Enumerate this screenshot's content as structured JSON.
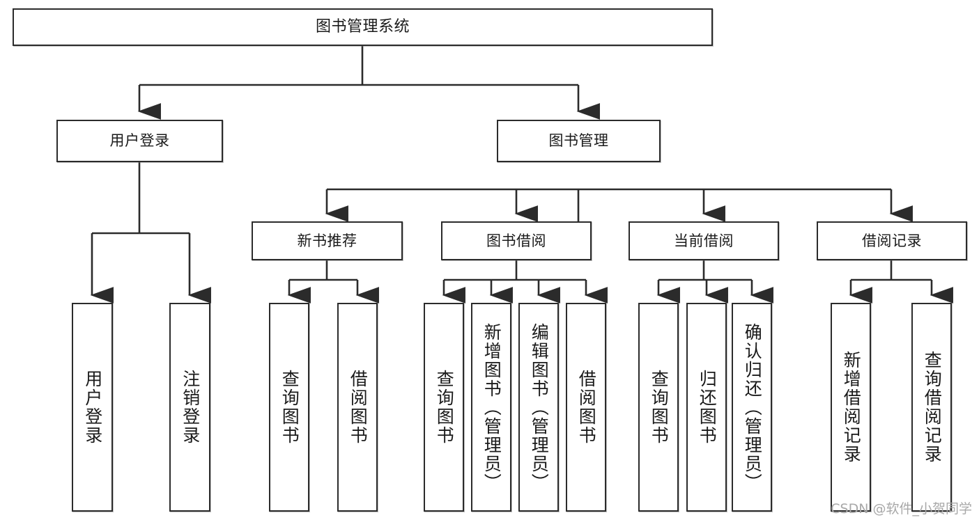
{
  "diagram": {
    "title": "图书管理系统",
    "type": "tree",
    "orientation": "top-down",
    "colors": {
      "box_border": "#2b2b2b",
      "box_fill": "#ffffff",
      "connector": "#2b2b2b",
      "watermark": "#a8a8a8",
      "background": "#ffffff"
    },
    "root": {
      "id": "root",
      "label": "图书管理系统"
    },
    "level2": [
      {
        "id": "user-login",
        "label": "用户登录"
      },
      {
        "id": "book-manage",
        "label": "图书管理"
      }
    ],
    "level3": [
      {
        "id": "new-book-recommend",
        "label": "新书推荐",
        "parent": "book-manage"
      },
      {
        "id": "book-borrow",
        "label": "图书借阅",
        "parent": "book-manage"
      },
      {
        "id": "current-borrow",
        "label": "当前借阅",
        "parent": "book-manage"
      },
      {
        "id": "borrow-record",
        "label": "借阅记录",
        "parent": "book-manage"
      }
    ],
    "leaves": [
      {
        "id": "leaf-user-login",
        "label": "用户登录",
        "parent": "user-login"
      },
      {
        "id": "leaf-user-logout",
        "label": "注销登录",
        "parent": "user-login"
      },
      {
        "id": "leaf-query-book-1",
        "label": "查询图书",
        "parent": "new-book-recommend"
      },
      {
        "id": "leaf-borrow-book-1",
        "label": "借阅图书",
        "parent": "new-book-recommend"
      },
      {
        "id": "leaf-query-book-2",
        "label": "查询图书",
        "parent": "book-borrow"
      },
      {
        "id": "leaf-add-book",
        "label": "新增图书（管理员）",
        "parent": "book-borrow"
      },
      {
        "id": "leaf-edit-book",
        "label": "编辑图书（管理员）",
        "parent": "book-borrow"
      },
      {
        "id": "leaf-borrow-book-2",
        "label": "借阅图书",
        "parent": "book-borrow"
      },
      {
        "id": "leaf-query-book-3",
        "label": "查询图书",
        "parent": "current-borrow"
      },
      {
        "id": "leaf-return-book",
        "label": "归还图书",
        "parent": "current-borrow"
      },
      {
        "id": "leaf-confirm-return",
        "label": "确认归还（管理员）",
        "parent": "current-borrow"
      },
      {
        "id": "leaf-add-record",
        "label": "新增借阅记录",
        "parent": "borrow-record"
      },
      {
        "id": "leaf-query-record",
        "label": "查询借阅记录",
        "parent": "borrow-record"
      }
    ]
  },
  "watermark": {
    "text": "CSDN @软件_小贺同学"
  }
}
